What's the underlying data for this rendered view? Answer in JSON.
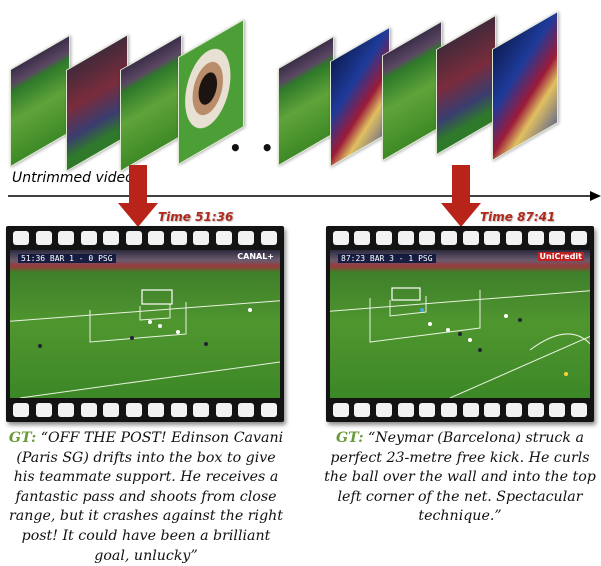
{
  "timeline": {
    "label": "Untrimmed video",
    "ellipsis": "• • •"
  },
  "clips": [
    {
      "time_label": "Time 51:36",
      "scorebug": "51:36  BAR  1 - 0  PSG",
      "broadcaster": "CANAL+",
      "gt_tag": "GT:",
      "caption": "“OFF THE POST! Edinson Cavani (Paris SG) drifts into the box to give his teammate support. He receives a fantastic pass and shoots from close range, but it crashes against the right post! It could have been a brilliant goal, unlucky”"
    },
    {
      "time_label": "Time 87:41",
      "scorebug": "87:23  BAR  3 - 1  PSG",
      "broadcaster": "UniCredit",
      "gt_tag": "GT:",
      "caption": "“Neymar (Barcelona) struck a perfect 23-metre free kick. He curls the ball over the wall and into the top left corner of the net. Spectacular technique.”"
    }
  ],
  "colors": {
    "time_label": "#b0281c",
    "gt_tag": "#6b9a3a",
    "arrow": "#b8231a",
    "film": "#131313"
  }
}
